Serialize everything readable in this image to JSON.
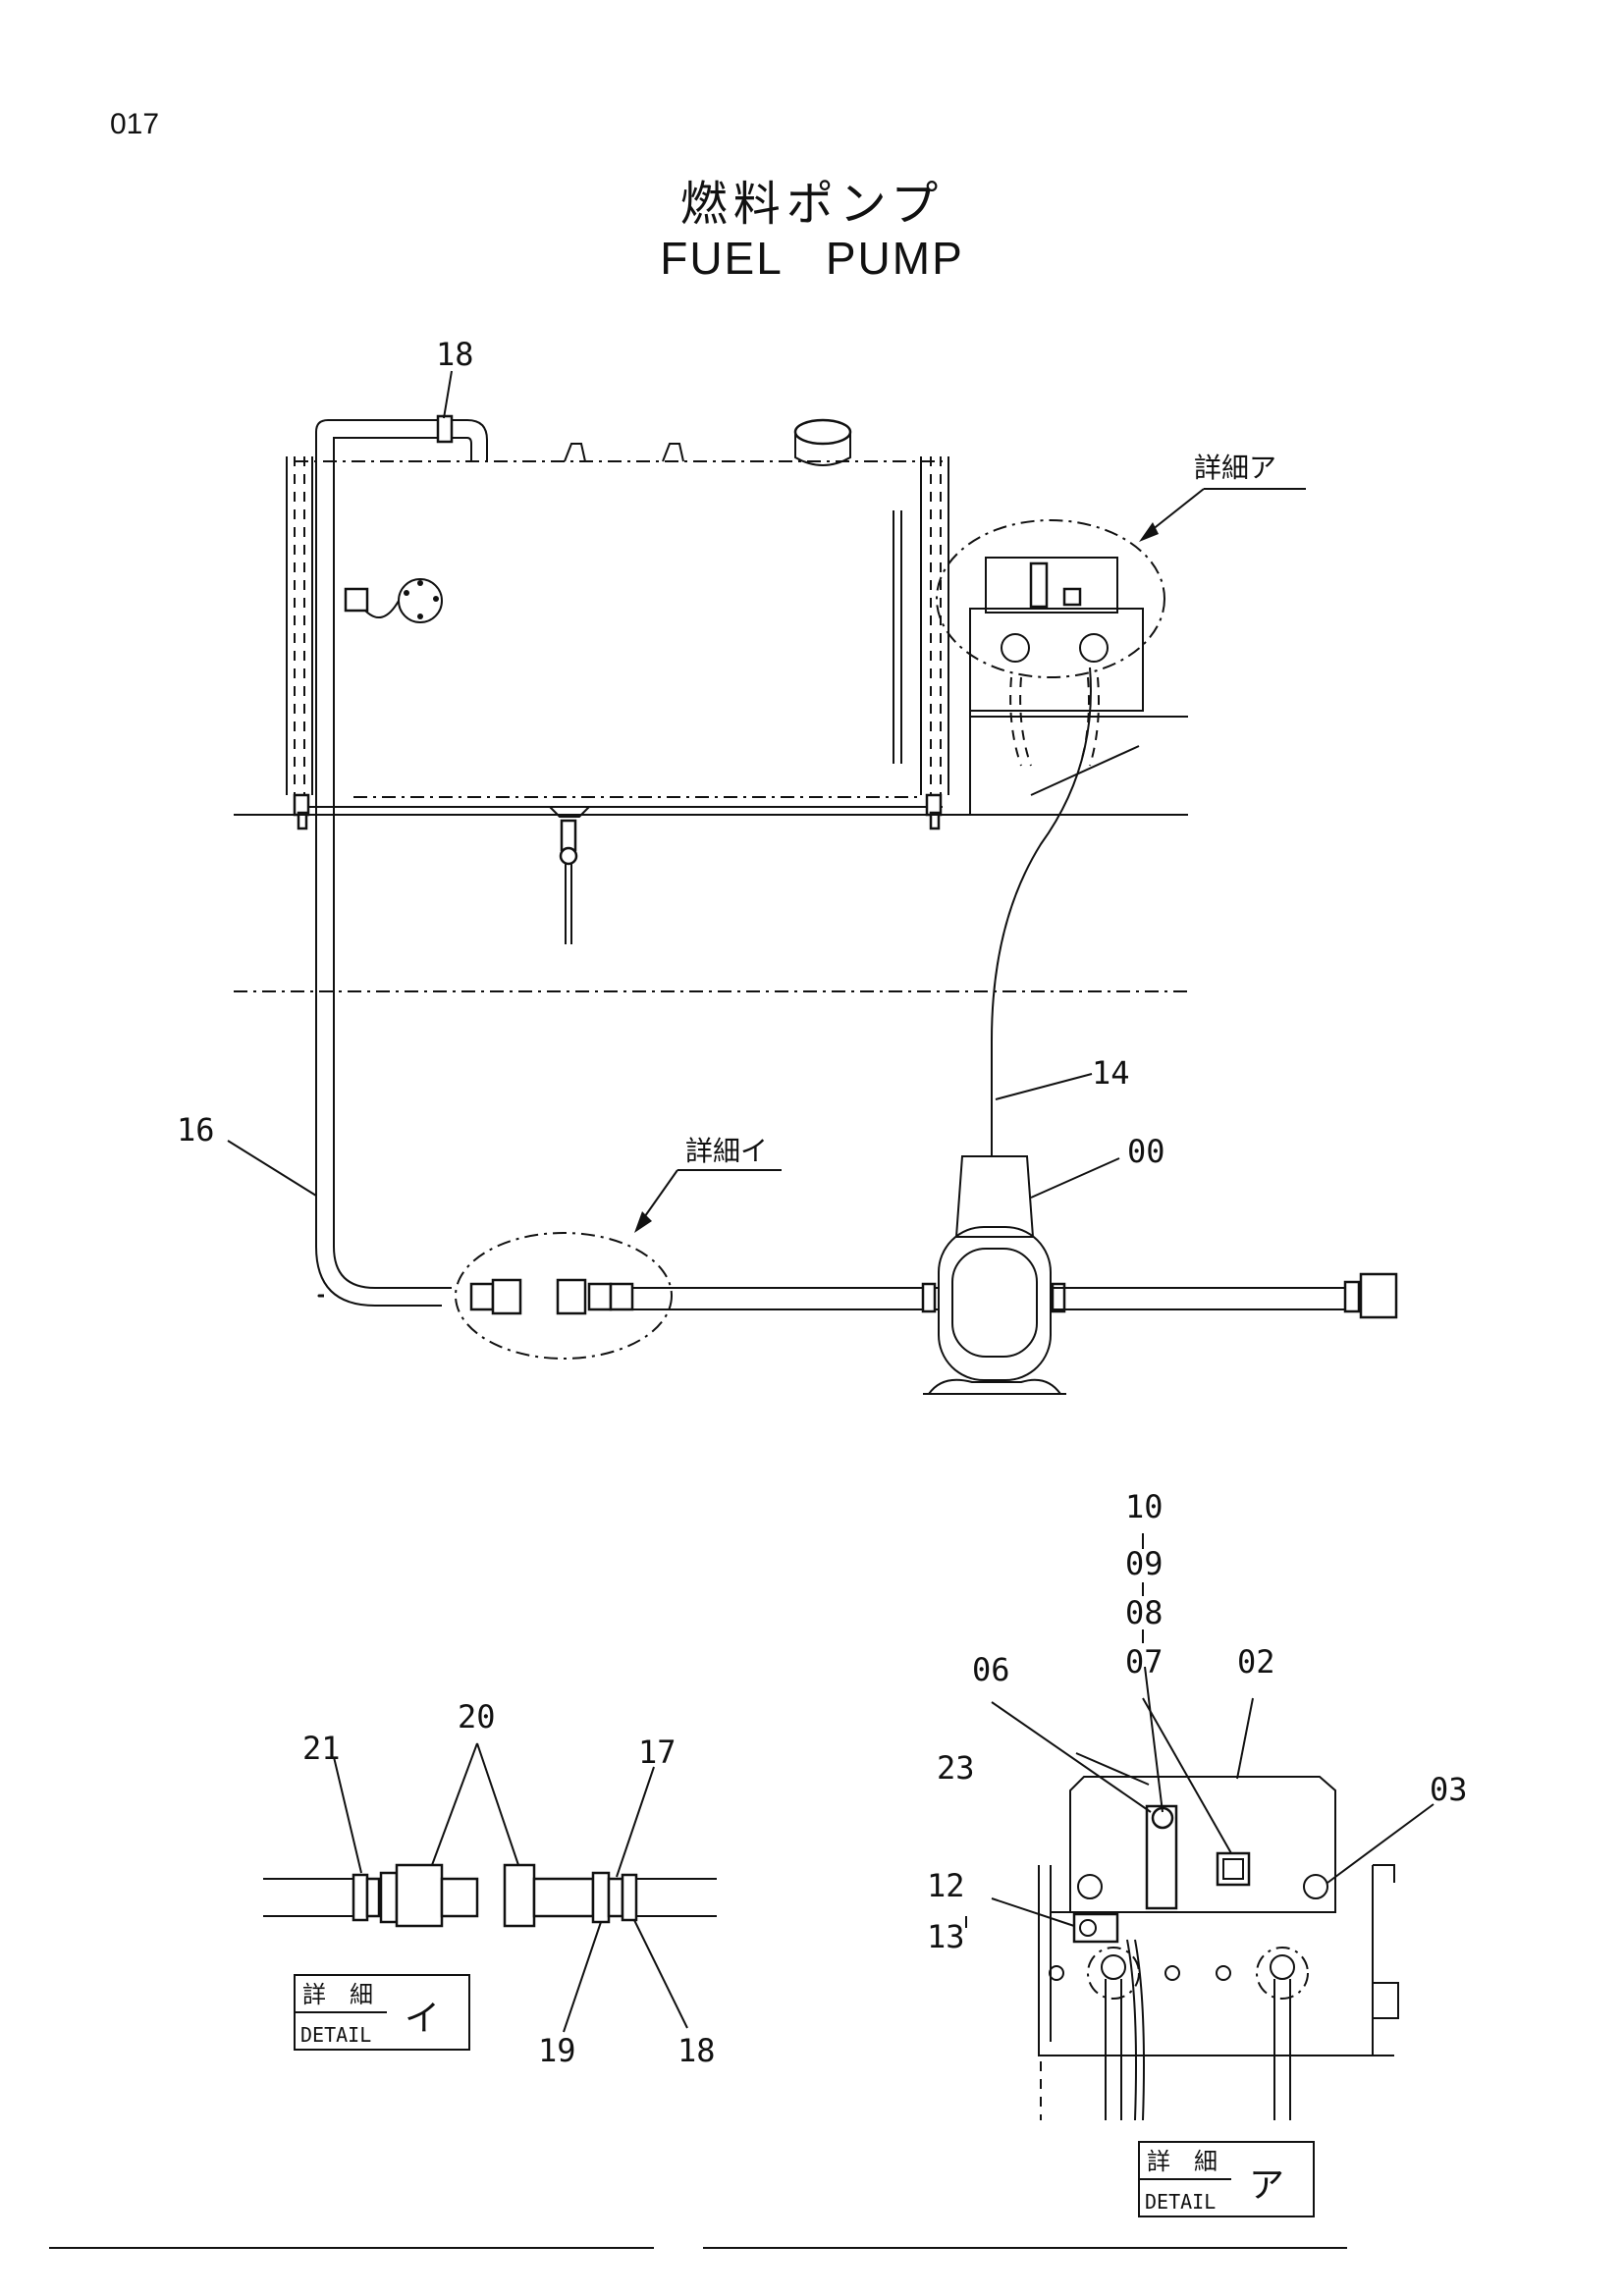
{
  "page_number": "017",
  "title_jp": "燃料ポンプ",
  "title_en": "FUEL  PUMP",
  "main_labels": {
    "l18": "18",
    "l16": "16",
    "l14": "14",
    "l00": "00",
    "detail_a_callout": "詳細ア",
    "detail_i_callout": "詳細イ"
  },
  "detail_i": {
    "l21": "21",
    "l20": "20",
    "l17": "17",
    "l19": "19",
    "l18": "18",
    "box_jp_1": "詳",
    "box_jp_2": "細",
    "box_en": "DETAIL",
    "box_letter": "イ"
  },
  "detail_a": {
    "l10": "10",
    "l09": "09",
    "l08": "08",
    "l07": "07",
    "l02": "02",
    "l06": "06",
    "l23": "23",
    "l03": "03",
    "l12": "12",
    "l13": "13",
    "box_jp_1": "詳",
    "box_jp_2": "細",
    "box_en": "DETAIL",
    "box_letter": "ア"
  }
}
